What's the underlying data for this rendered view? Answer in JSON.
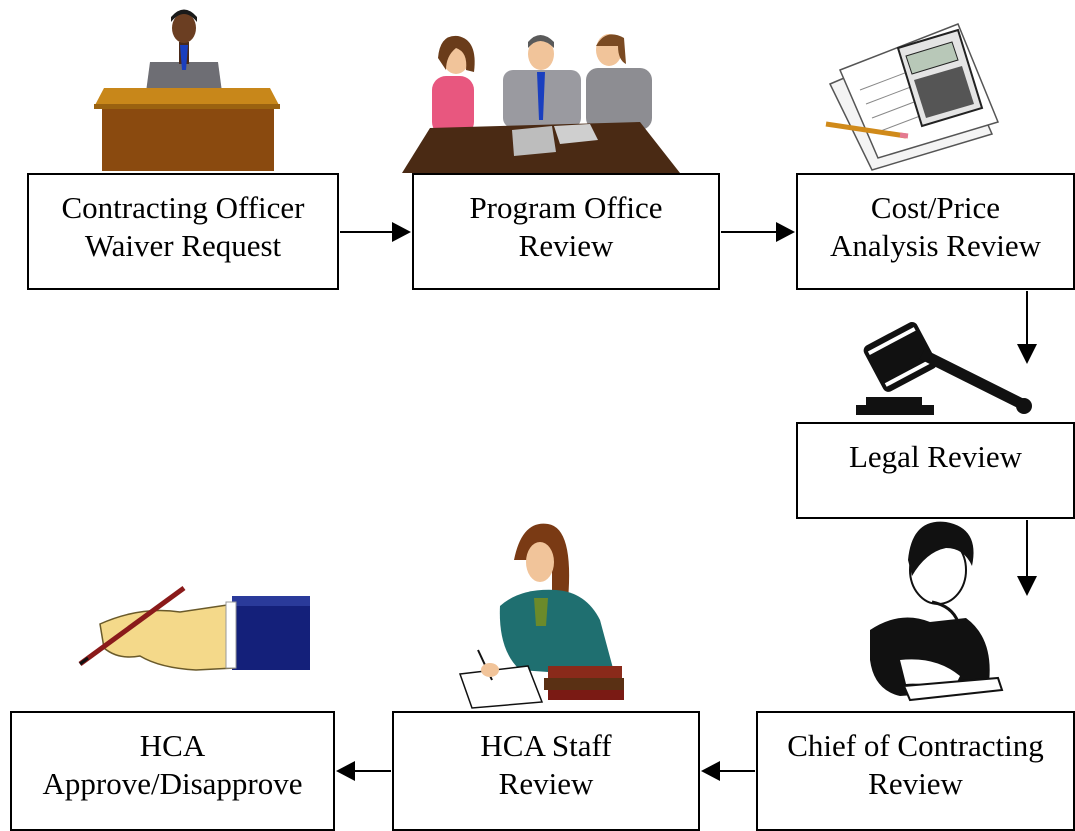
{
  "diagram": {
    "steps": [
      {
        "line1": "Contracting Officer",
        "line2": "Waiver Request",
        "icon": "person-at-desk-icon"
      },
      {
        "line1": "Program Office",
        "line2": "Review",
        "icon": "meeting-icon"
      },
      {
        "line1": "Cost/Price",
        "line2": "Analysis Review",
        "icon": "calculator-icon"
      },
      {
        "line1": "Legal Review",
        "line2": "",
        "icon": "gavel-icon"
      },
      {
        "line1": "Chief of Contracting",
        "line2": "Review",
        "icon": "chief-thinking-icon"
      },
      {
        "line1": "HCA Staff",
        "line2": "Review",
        "icon": "woman-writing-icon"
      },
      {
        "line1": "HCA",
        "line2": "Approve/Disapprove",
        "icon": "hand-signing-icon"
      }
    ]
  }
}
